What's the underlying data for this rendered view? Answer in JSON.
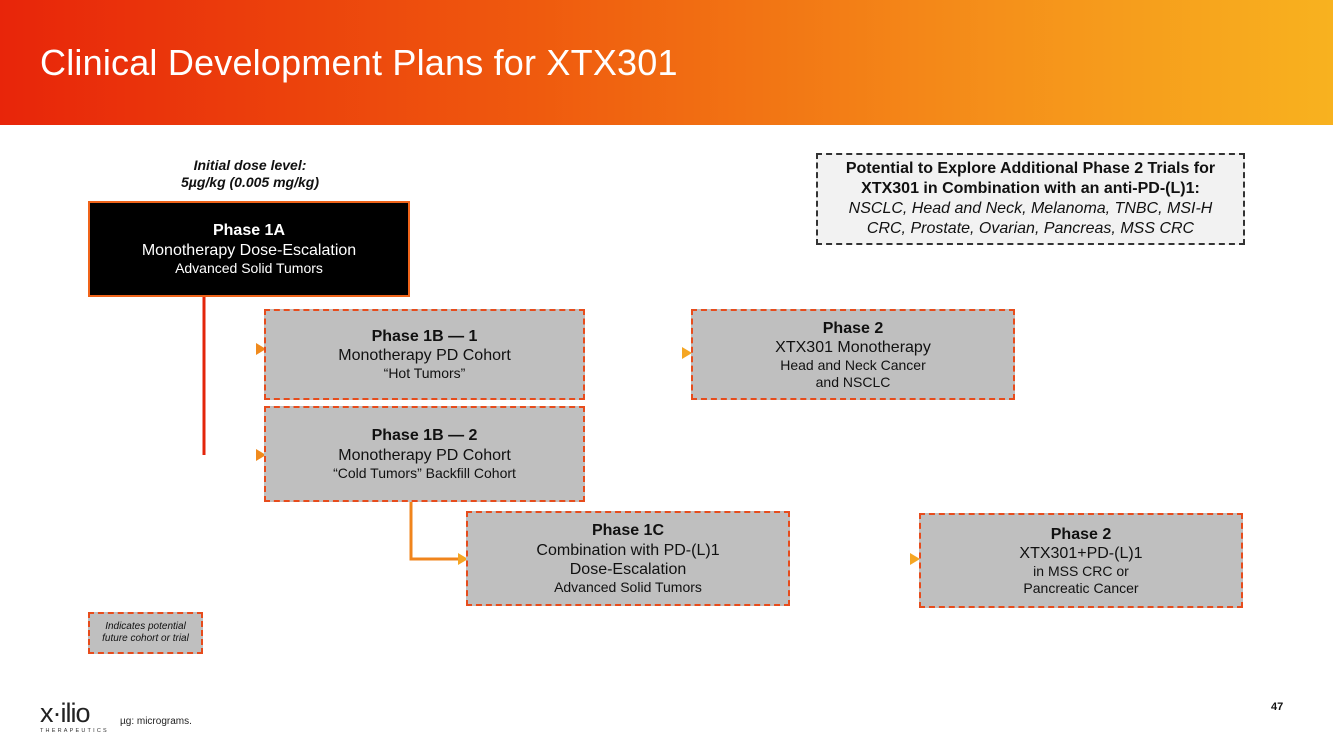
{
  "title": "Clinical Development Plans for XTX301",
  "dose_label": {
    "line1": "Initial dose level:",
    "line2": "5µg/kg (0.005 mg/kg)"
  },
  "boxes": {
    "phase1a": {
      "title": "Phase 1A",
      "line1": "Monotherapy Dose-Escalation",
      "line2": "Advanced Solid Tumors"
    },
    "phase1b1": {
      "title": "Phase 1B — 1",
      "line1": "Monotherapy PD Cohort",
      "line2": "“Hot Tumors”"
    },
    "phase1b2": {
      "title": "Phase 1B — 2",
      "line1": "Monotherapy PD Cohort",
      "line2": "“Cold Tumors” Backfill Cohort"
    },
    "phase1c": {
      "title": "Phase 1C",
      "line1": "Combination with PD-(L)1",
      "line2": "Dose-Escalation",
      "line3": "Advanced Solid Tumors"
    },
    "phase2a": {
      "title": "Phase 2",
      "line1": "XTX301 Monotherapy",
      "line2": "Head and Neck Cancer",
      "line3": "and NSCLC"
    },
    "phase2b": {
      "title": "Phase 2",
      "line1": "XTX301+PD-(L)1",
      "line2": "in MSS CRC or",
      "line3": "Pancreatic Cancer"
    }
  },
  "note": {
    "bold1": "Potential to Explore Additional Phase 2 Trials for",
    "bold2": "XTX301 in Combination with an anti-PD-(L)1:",
    "italic1": "NSCLC, Head and Neck, Melanoma, TNBC, MSI-H",
    "italic2": "CRC, Prostate, Ovarian, Pancreas, MSS CRC"
  },
  "legend": {
    "line1": "Indicates potential",
    "line2": "future cohort or trial"
  },
  "footnote": "µg: micrograms.",
  "page_number": "47",
  "logo": {
    "word": "x·ilio",
    "sub": "THERAPEUTICS"
  },
  "colors": {
    "header_start": "#e8250a",
    "header_end": "#f8b21f",
    "arrow_red": "#e3250b",
    "arrow_orange": "#f5a623",
    "box_gray": "#bfbfbf"
  }
}
